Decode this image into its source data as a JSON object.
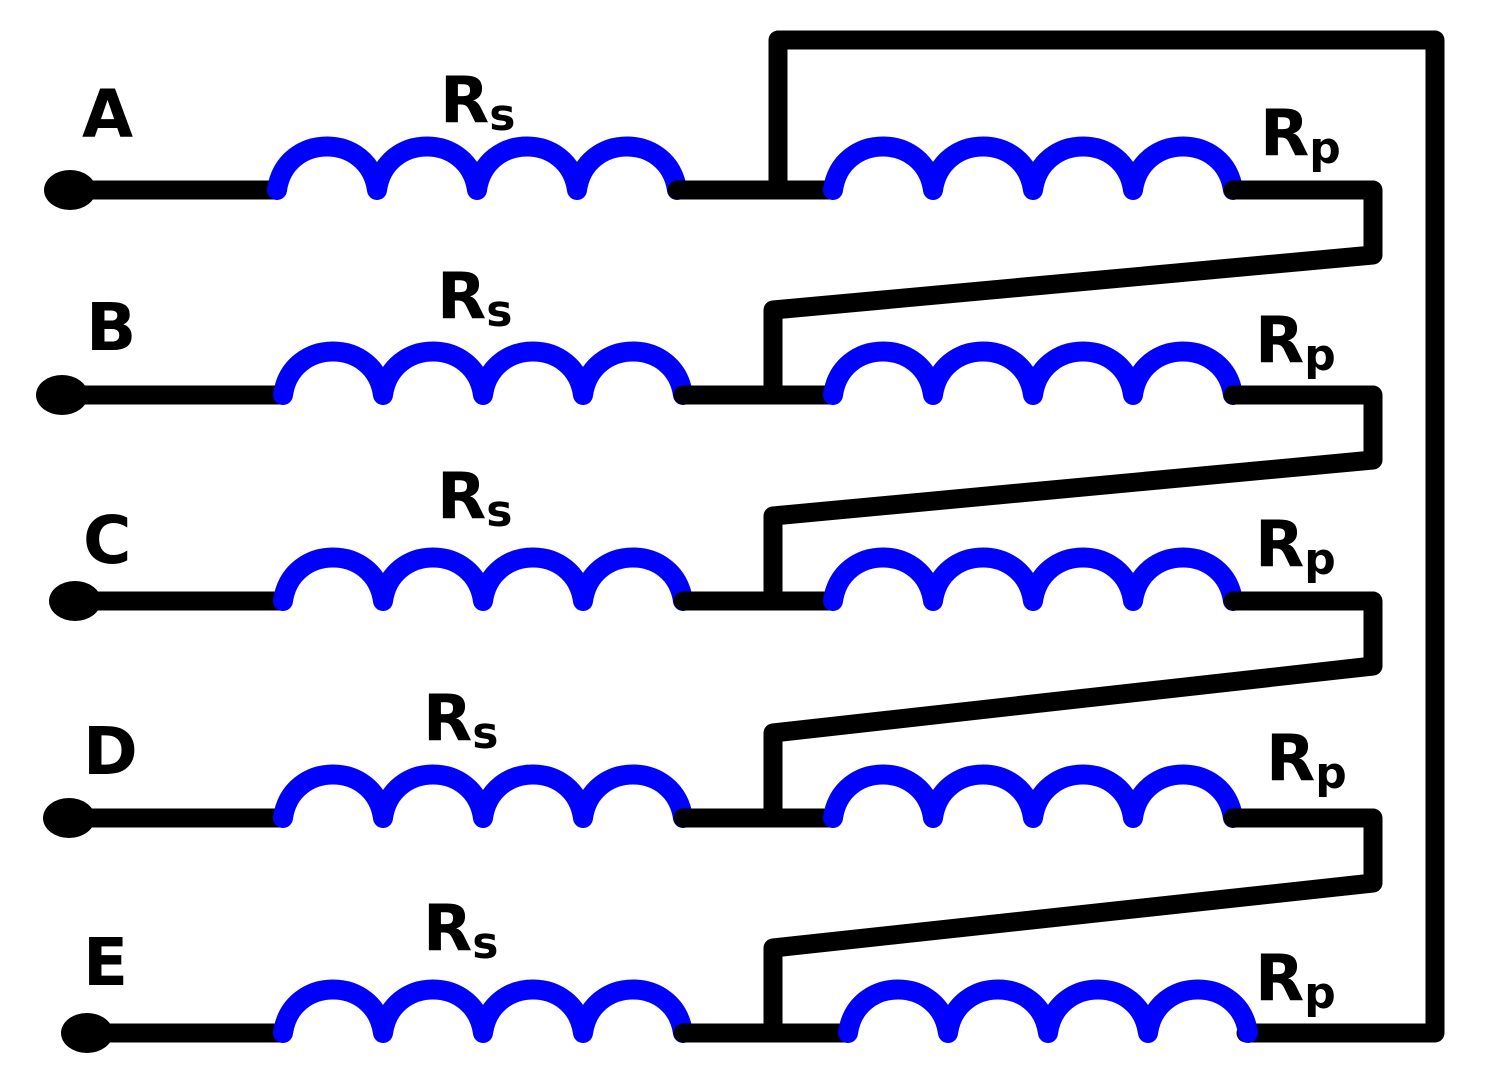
{
  "colors": {
    "wire": "#000000",
    "coil": "#0000ff",
    "background": "#ffffff"
  },
  "terminals": [
    {
      "label": "A"
    },
    {
      "label": "B"
    },
    {
      "label": "C"
    },
    {
      "label": "D"
    },
    {
      "label": "E"
    }
  ],
  "coils": {
    "series": {
      "letter": "R",
      "subscript": "s"
    },
    "parallel": {
      "letter": "R",
      "subscript": "p"
    }
  }
}
